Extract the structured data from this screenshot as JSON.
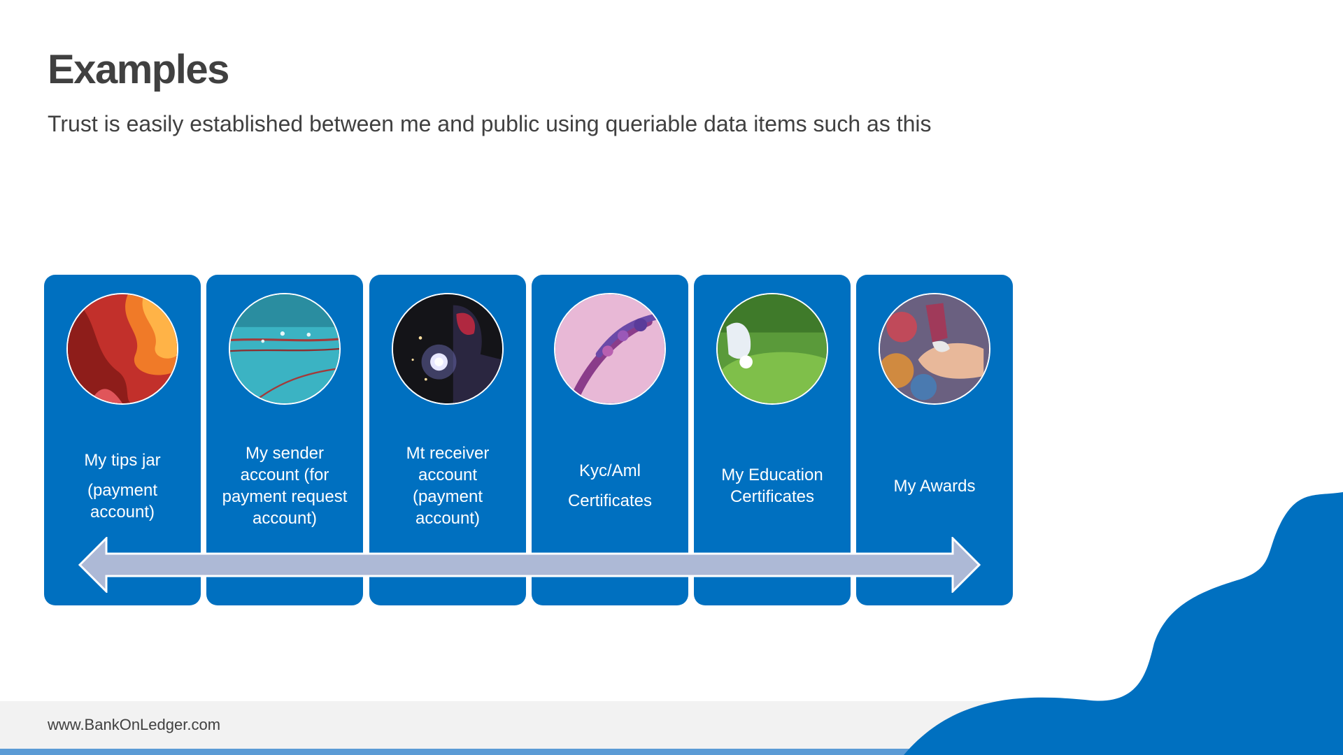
{
  "slide": {
    "title": "Examples",
    "subtitle": "Trust is easily established between me and public using queriable data items such as this",
    "footer_url": "www.BankOnLedger.com"
  },
  "cards": [
    {
      "lines": [
        "My tips jar",
        "",
        "(payment",
        "account)"
      ],
      "photo_icon": "sandstone-canyon-photo"
    },
    {
      "lines": [
        "My sender",
        "account (for",
        "payment request",
        "account)"
      ],
      "photo_icon": "water-droplets-photo"
    },
    {
      "lines": [
        "Mt receiver",
        "account",
        "(payment",
        "account)"
      ],
      "photo_icon": "welder-sparks-photo"
    },
    {
      "lines": [
        "Kyc/Aml",
        "",
        "Certificates"
      ],
      "photo_icon": "purple-flower-photo"
    },
    {
      "lines": [
        "My Education",
        "Certificates"
      ],
      "photo_icon": "golf-ball-photo"
    },
    {
      "lines": [
        "My Awards"
      ],
      "photo_icon": "paint-tube-hand-photo"
    }
  ],
  "colors": {
    "card": "#0070c0",
    "arrow": "#adb9d6",
    "wave": "#0070c0",
    "footer_band": "#f2f2f2",
    "footer_line": "#5b9bd5",
    "text_dark": "#404040"
  }
}
